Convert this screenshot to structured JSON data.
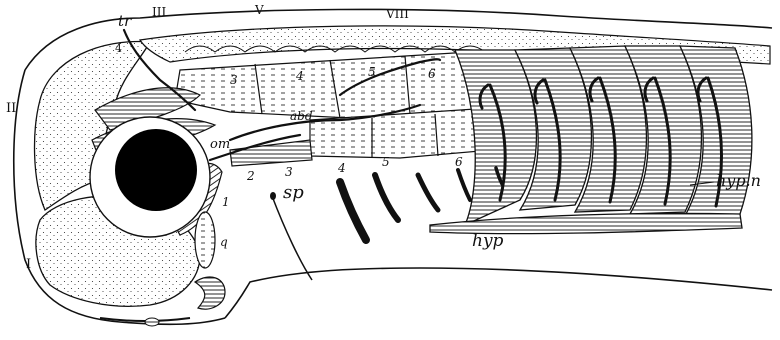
{
  "figure": {
    "colors": {
      "ink": "#111111",
      "paper": "#ffffff",
      "stipple": "#222222",
      "eye": "#000000"
    },
    "labels": {
      "tr": "tr",
      "om": "om",
      "abd": "abd",
      "sp": "sp",
      "hyp": "hyp",
      "hyp_n": "hyp.n",
      "q": "q"
    },
    "nerve_numerals": {
      "III": "III",
      "V": "V",
      "VIII": "VIII",
      "II": "II",
      "I": "I",
      "IV": "4"
    },
    "somite_numbers": [
      "3",
      "4",
      "5",
      "6"
    ],
    "lower_somite_numbers": [
      "1",
      "2",
      "3",
      "4",
      "5",
      "6"
    ]
  }
}
